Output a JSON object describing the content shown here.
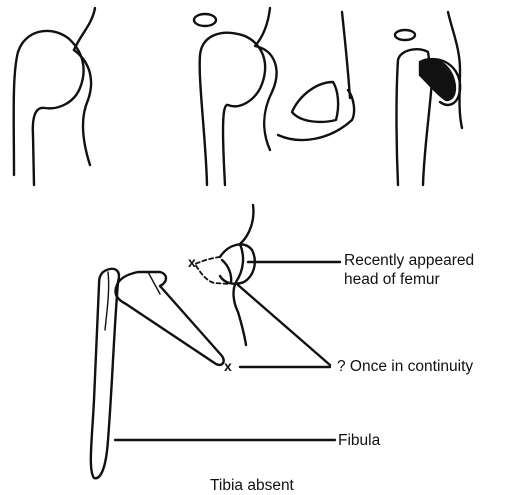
{
  "labels": {
    "head_of_femur_line1": "Recently appeared",
    "head_of_femur_line2": "head of femur",
    "continuity": "? Once in continuity",
    "fibula": "Fibula",
    "caption": "Tibia absent"
  },
  "marks": {
    "x_upper": "x",
    "x_lower": "x"
  }
}
